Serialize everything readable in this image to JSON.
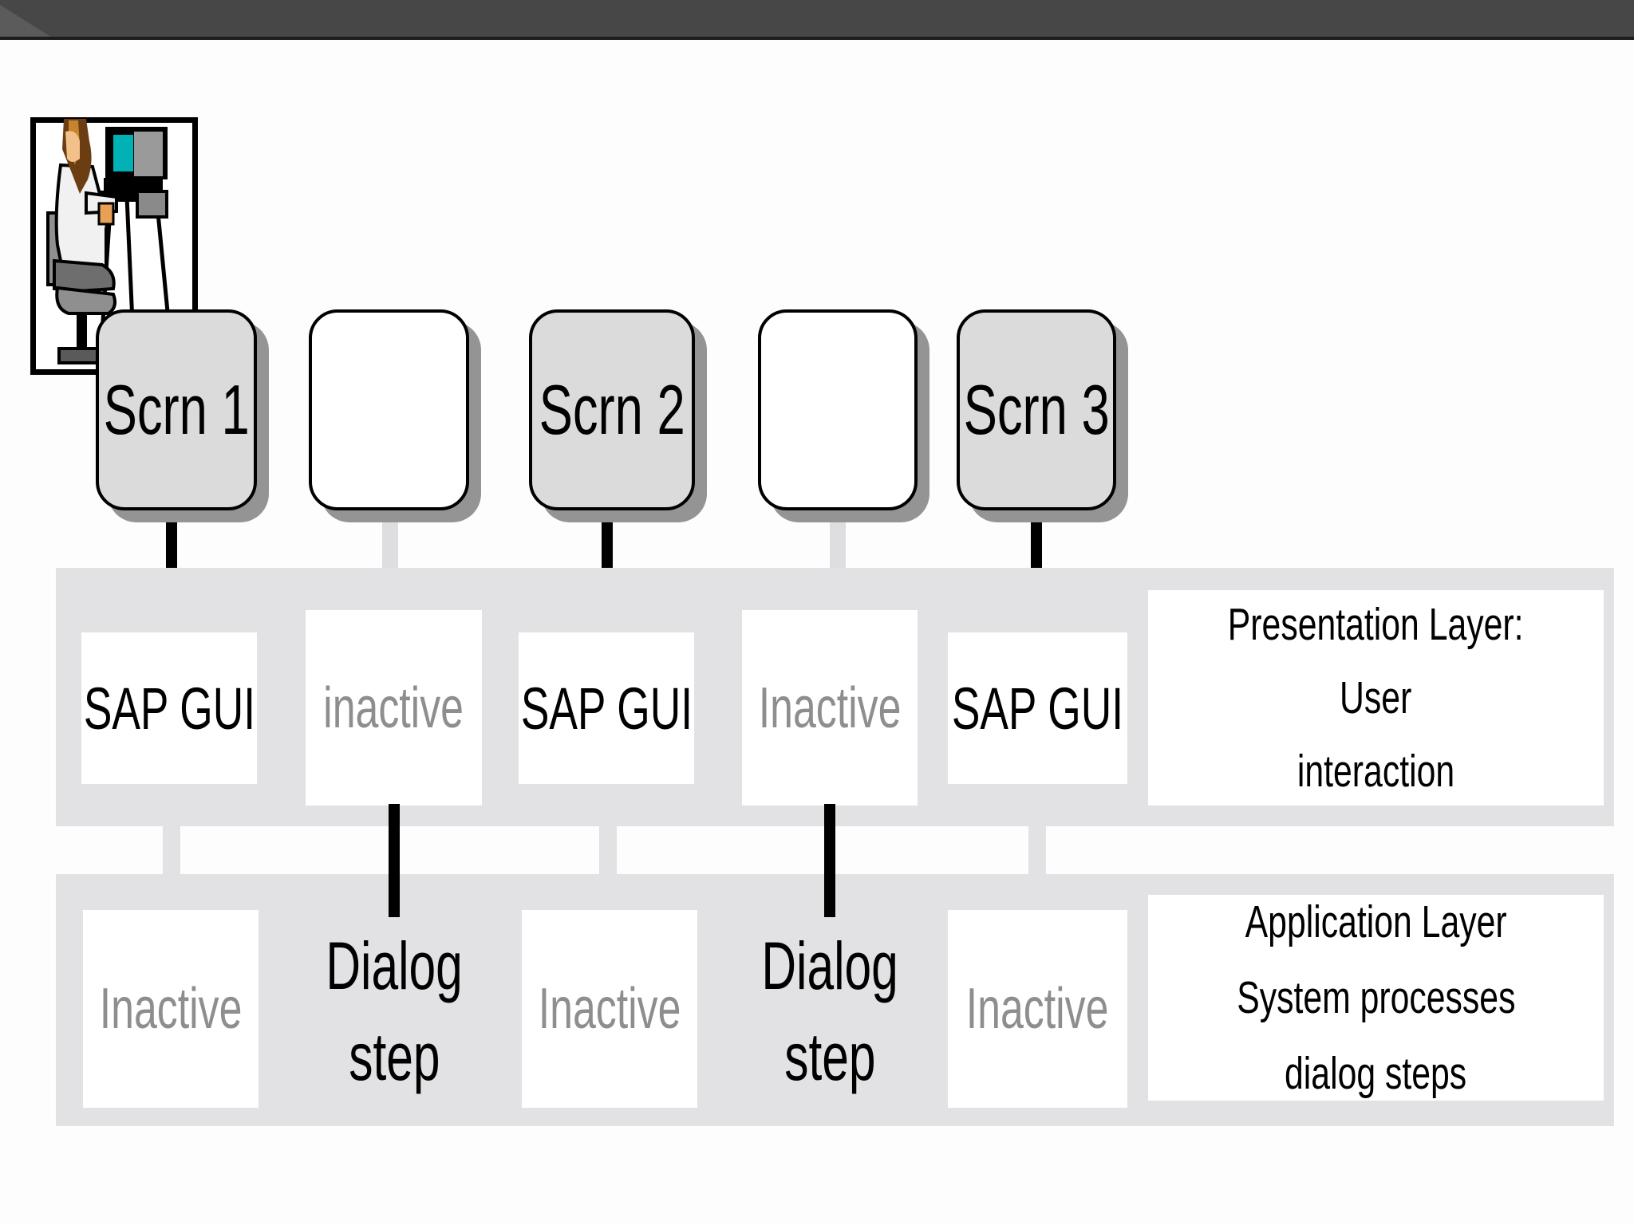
{
  "slide": {
    "screens": [
      {
        "label": "Scrn 1"
      },
      {
        "label": ""
      },
      {
        "label": "Scrn 2"
      },
      {
        "label": ""
      },
      {
        "label": "Scrn 3"
      }
    ],
    "presentation_row": [
      {
        "label": "SAP GUI"
      },
      {
        "label": "inactive"
      },
      {
        "label": "SAP GUI"
      },
      {
        "label": "Inactive"
      },
      {
        "label": "SAP GUI"
      }
    ],
    "presentation_caption": [
      "Presentation Layer:",
      "User",
      "interaction"
    ],
    "dialog_steps": [
      [
        "Dialog",
        "step"
      ],
      [
        "Dialog",
        "step"
      ]
    ],
    "application_row": [
      {
        "label": "Inactive"
      },
      {
        "label": "Inactive"
      },
      {
        "label": "Inactive"
      }
    ],
    "application_caption": [
      "Application Layer",
      "System processes",
      "dialog steps"
    ]
  },
  "icons": {
    "person_clipart": "person-at-computer"
  },
  "colors": {
    "top_bar": "#474747",
    "top_bar_corner": "#5b5b5b",
    "band_gray": "#e2e1e3",
    "screen_box_fill": "#dcdbdc",
    "box_shadow": "#949494",
    "inactive_text": "#8e8e8e",
    "active_text": "#000000",
    "monitor_screen_teal": "#00b2b6"
  }
}
